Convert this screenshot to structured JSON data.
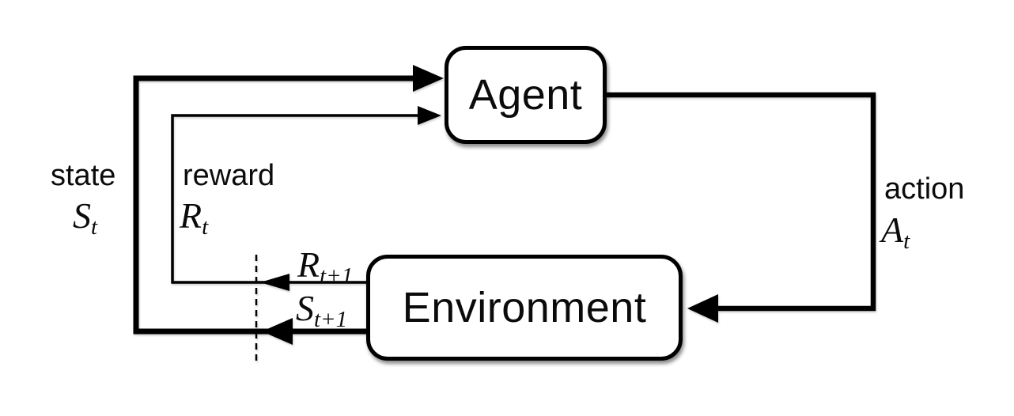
{
  "figure": {
    "description": "agent-environment-interaction-loop",
    "background": "#ffffff",
    "stroke_color": "#000000",
    "boxes": {
      "agent": {
        "label": "Agent"
      },
      "environment": {
        "label": "Environment"
      }
    },
    "signals": {
      "state": {
        "word": "state",
        "symbol": "S",
        "subscript": "t"
      },
      "reward": {
        "word": "reward",
        "symbol": "R",
        "subscript": "t"
      },
      "action": {
        "word": "action",
        "symbol": "A",
        "subscript": "t"
      },
      "next_reward": {
        "symbol": "R",
        "subscript": "t+1"
      },
      "next_state": {
        "symbol": "S",
        "subscript": "t+1"
      }
    }
  }
}
